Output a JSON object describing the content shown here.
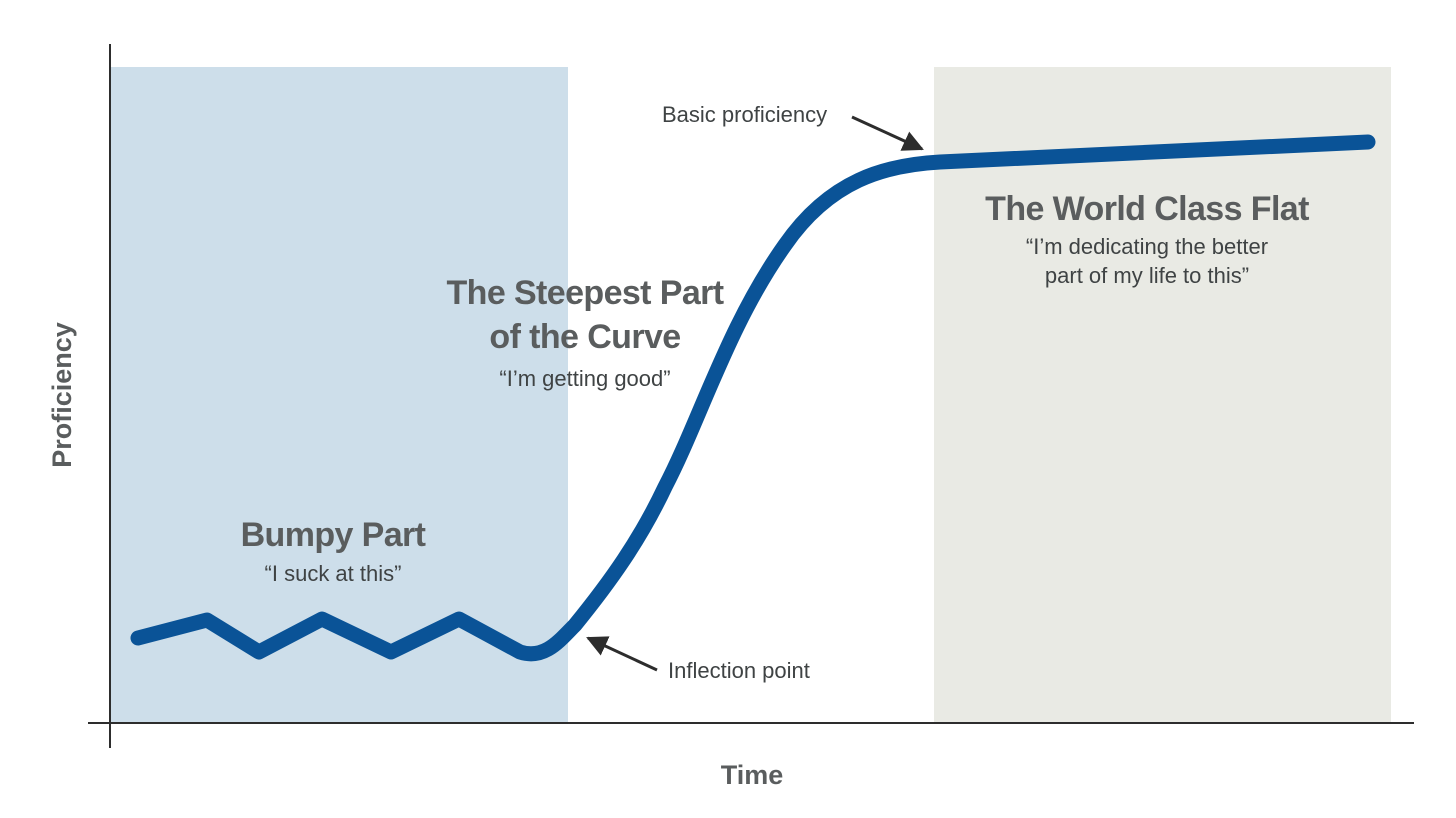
{
  "chart_data": {
    "type": "line",
    "title": "",
    "xlabel": "Time",
    "ylabel": "Proficiency",
    "grid": false,
    "legend": "none",
    "series": [
      {
        "values": "proficiency over time: zig-zag low plateau, steep S-shaped rise after the inflection point, then near-flat slow growth"
      }
    ]
  },
  "colors": {
    "curve": "#0a5397",
    "bumpy_region": "#cddeea",
    "flat_region": "#e9eae4",
    "text_title": "#5a5d5e",
    "text_body": "#3f4344",
    "axis": "#2d2d2d"
  },
  "regions": {
    "bumpy": {
      "title": "Bumpy Part",
      "quote": "“I suck at this”"
    },
    "steep": {
      "title_line1": "The Steepest Part",
      "title_line2": "of the Curve",
      "quote": "“I’m getting good”"
    },
    "flat": {
      "title": "The World Class Flat",
      "quote_line1": "“I’m dedicating the better",
      "quote_line2": "part of my life to this”"
    }
  },
  "annotations": {
    "basic_proficiency": "Basic proficiency",
    "inflection_point": "Inflection point"
  },
  "axes": {
    "x_label": "Time",
    "y_label": "Proficiency"
  }
}
